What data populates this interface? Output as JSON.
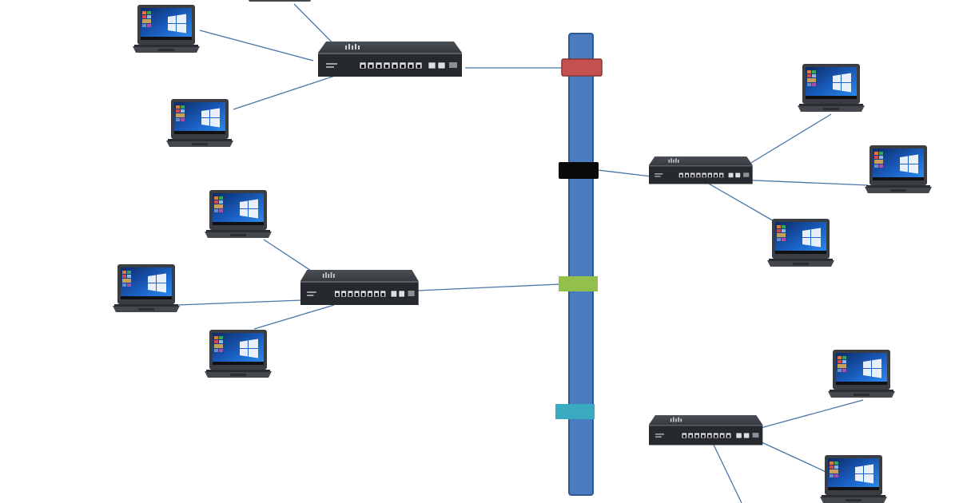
{
  "colors": {
    "backbone": "#4a7cc0",
    "backbone_border": "#2d5a93",
    "link": "#4a76a8",
    "tap_1": "#c55050",
    "tap_2": "#0a0a0a",
    "tap_3": "#92c04a",
    "tap_4": "#3aaac0",
    "switch_body": "#2c3034",
    "laptop_body": "#3a3d41"
  },
  "nodes": {
    "backbone": "backbone-bus",
    "taps": [
      "tap-red",
      "tap-black",
      "tap-green",
      "tap-teal"
    ],
    "switches": [
      "switch-1",
      "switch-2",
      "switch-3",
      "switch-4"
    ],
    "laptops_per_switch": [
      3,
      3,
      3,
      3
    ]
  },
  "icons": {
    "switch": "network-switch-icon",
    "laptop": "laptop-icon",
    "os_logo": "windows-logo-icon"
  }
}
